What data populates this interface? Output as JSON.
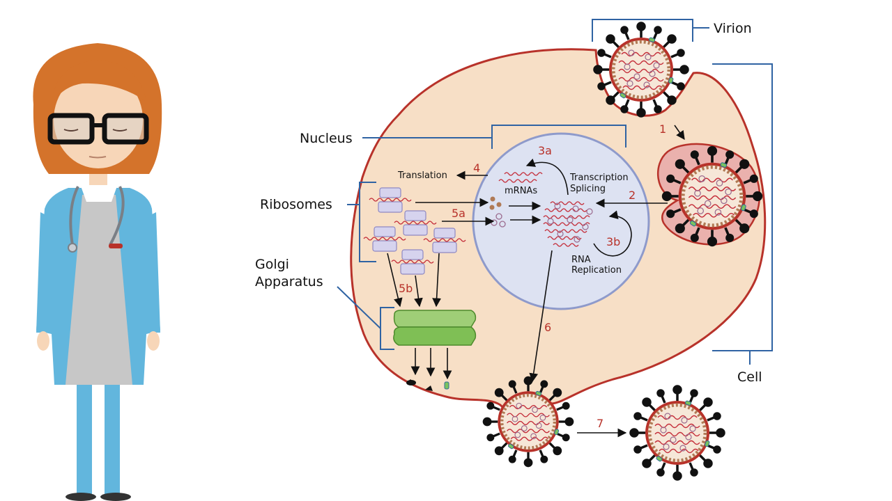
{
  "labels": {
    "virion": "Virion",
    "cell": "Cell",
    "nucleus": "Nucleus",
    "ribosomes": "Ribosomes",
    "golgi_line1": "Golgi",
    "golgi_line2": "Apparatus",
    "translation": "Translation",
    "mrnas": "mRNAs",
    "transcription": "Transcription",
    "splicing": "Splicing",
    "rna_line1": "RNA",
    "rna_line2": "Replication"
  },
  "steps": {
    "s1": "1",
    "s2": "2",
    "s3a": "3a",
    "s3b": "3b",
    "s4": "4",
    "s5a": "5a",
    "s5b": "5b",
    "s6": "6",
    "s7": "7"
  },
  "colors": {
    "cell_fill": "#f7dfc6",
    "cell_border": "#b8322a",
    "nucleus_fill": "#dde2f2",
    "nucleus_border": "#8e9acb",
    "bracket": "#2f63a3",
    "step_number": "#b8322a",
    "golgi": "#6aaa3f",
    "ribosome": "#d6d3ee",
    "coat": "#62b6dd",
    "hair": "#d4732b"
  },
  "icons": {
    "doctor": "doctor-figure",
    "virion": "virus-particle-icon",
    "ribosome": "ribosome-icon",
    "golgi": "golgi-apparatus-icon"
  }
}
